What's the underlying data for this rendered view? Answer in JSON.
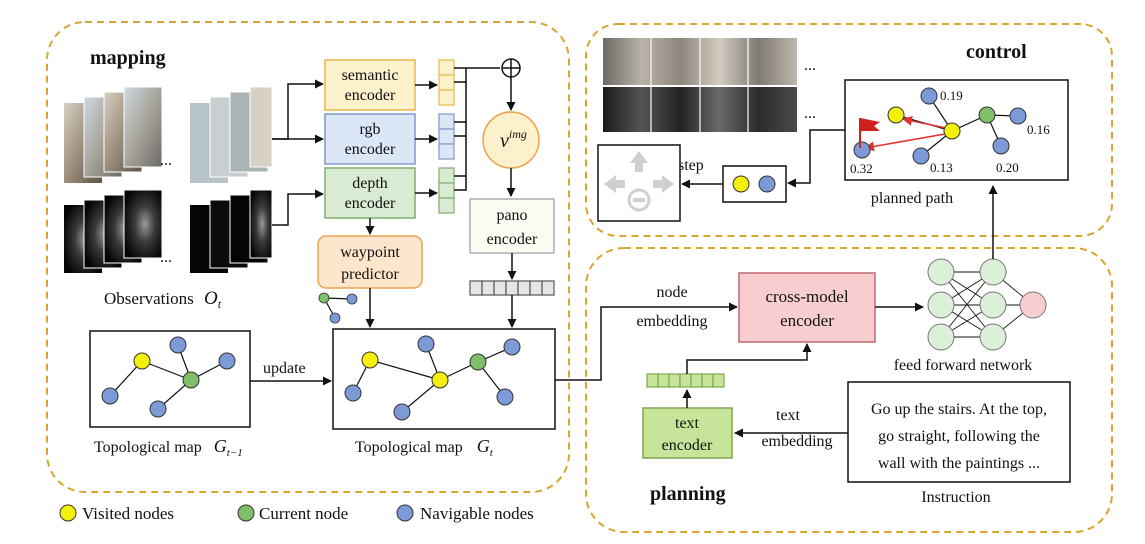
{
  "sections": {
    "mapping": "mapping",
    "control": "control",
    "planning": "planning"
  },
  "encoders": {
    "semantic_line1": "semantic",
    "semantic_line2": "encoder",
    "rgb_line1": "rgb",
    "rgb_line2": "encoder",
    "depth_line1": "depth",
    "depth_line2": "encoder",
    "waypoint_line1": "waypoint",
    "waypoint_line2": "predictor",
    "pano_line1": "pano",
    "pano_line2": "encoder",
    "crossmodel_line1": "cross-model",
    "crossmodel_line2": "encoder",
    "text_line1": "text",
    "text_line2": "encoder"
  },
  "labels": {
    "ellipsis": "...",
    "observations": "Observations",
    "observations_math": "O",
    "observations_sub": "t",
    "v_img_base": "v",
    "v_img_sup": "img",
    "update": "update",
    "topo_prev": "Topological map",
    "topo_prev_math": "G",
    "topo_prev_sub": "t−1",
    "topo_cur": "Topological map",
    "topo_cur_math": "G",
    "topo_cur_sub": "t",
    "node_embedding_line1": "node",
    "node_embedding_line2": "embedding",
    "text_embedding_line1": "text",
    "text_embedding_line2": "embedding",
    "feed_forward": "feed forward network",
    "planned_path": "planned path",
    "step": "step",
    "instruction_caption": "Instruction",
    "circle_plus": "⊕"
  },
  "instruction": {
    "line1": "Go up the stairs. At the top,",
    "line2": "go straight, following the",
    "line3": "wall with the paintings ..."
  },
  "scores": [
    "0.19",
    "0.16",
    "0.32",
    "0.13",
    "0.20"
  ],
  "legend": {
    "visited": "Visited nodes",
    "current": "Current node",
    "navigable": "Navigable nodes"
  },
  "colors": {
    "section_border": "#d9a531",
    "visited": "#f3f00b",
    "current": "#7fbf6a",
    "navigable": "#7d9ad8",
    "semantic_fill": "#fdf1cc",
    "semantic_stroke": "#e3b94a",
    "rgb_fill": "#dbe6f7",
    "rgb_stroke": "#7b9acb",
    "depth_fill": "#d9ecd3",
    "depth_stroke": "#7fae6e",
    "waypoint_fill": "#fde6cb",
    "waypoint_stroke": "#eba24c",
    "crossmodel_fill": "#f8cdd0",
    "crossmodel_stroke": "#c06a70",
    "text_fill": "#c6e59a",
    "text_stroke": "#7fa64e",
    "ffn_node": "#dcefd8",
    "ffn_output": "#f8cdd0",
    "path_arrow": "#e0322c"
  }
}
